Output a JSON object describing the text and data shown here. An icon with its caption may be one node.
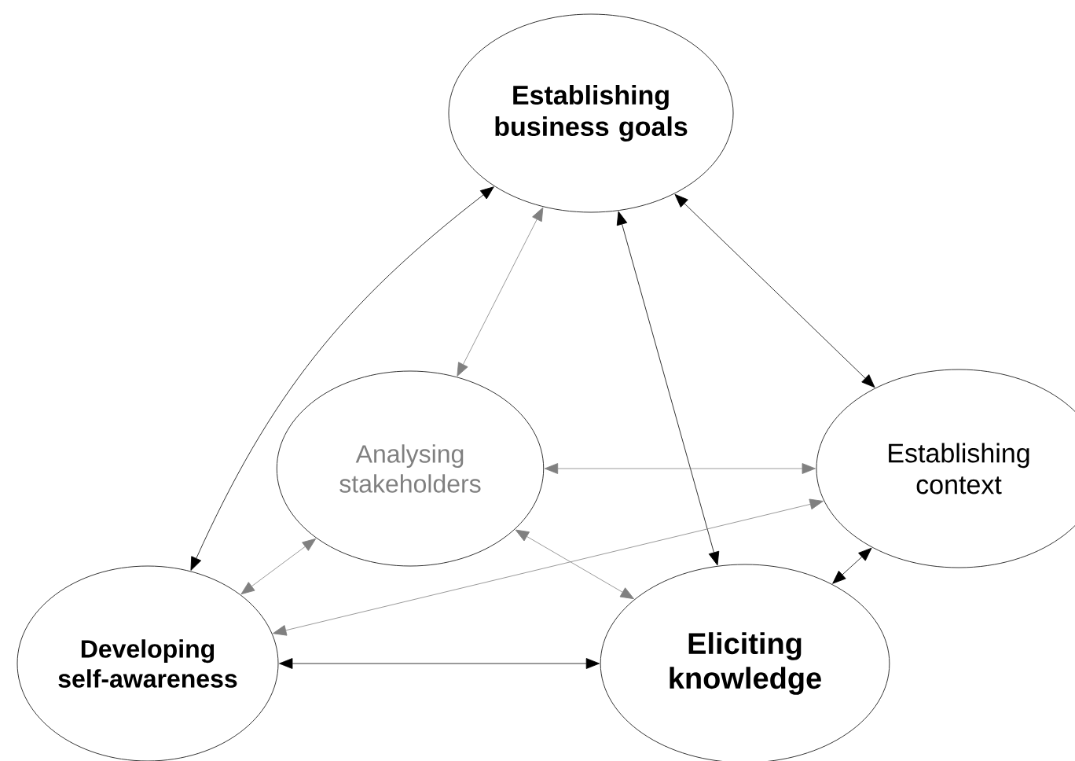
{
  "diagram": {
    "nodes": [
      {
        "text": [
          "Establishing business goals"
        ]
      },
      {
        "text": [
          "Analysing stakeholders"
        ]
      },
      {
        "text": [
          "Establishing context"
        ]
      },
      {
        "text": [
          "Developing self-awareness"
        ]
      },
      {
        "text": [
          "Eliciting knowledge"
        ]
      }
    ],
    "edges": [
      {
        "from": 0,
        "to": 3,
        "arrow": "both"
      },
      {
        "from": 0,
        "to": 1,
        "arrow": "both",
        "color": "#808080"
      },
      {
        "from": 0,
        "to": 4,
        "arrow": "both"
      },
      {
        "from": 0,
        "to": 2,
        "arrow": "both"
      },
      {
        "from": 1,
        "to": 2,
        "arrow": "both",
        "color": "#808080"
      },
      {
        "from": 2,
        "to": 3,
        "arrow": "both",
        "color": "#808080"
      },
      {
        "from": 1,
        "to": 3,
        "arrow": "both",
        "color": "#808080"
      },
      {
        "from": 1,
        "to": 4,
        "arrow": "both",
        "color": "#808080"
      },
      {
        "from": 3,
        "to": 4,
        "arrow": "both"
      },
      {
        "from": 2,
        "to": 4,
        "arrow": "both"
      }
    ]
  }
}
